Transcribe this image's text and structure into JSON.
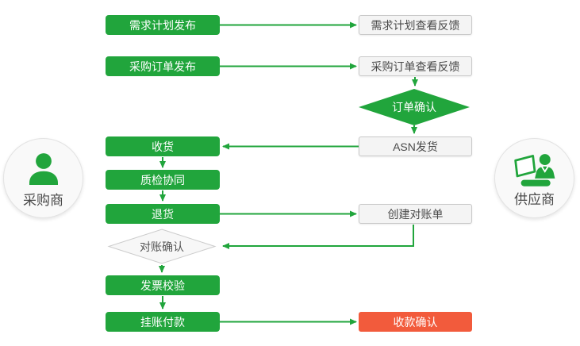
{
  "actors": {
    "buyer": {
      "label": "采购商",
      "icon": "user-icon"
    },
    "supplier": {
      "label": "供应商",
      "icon": "user-laptop-icon"
    }
  },
  "nodes": {
    "demand_plan_publish": {
      "label": "需求计划发布",
      "type": "process",
      "owner": "buyer"
    },
    "demand_plan_feedback": {
      "label": "需求计划查看反馈",
      "type": "process",
      "owner": "supplier"
    },
    "po_publish": {
      "label": "采购订单发布",
      "type": "process",
      "owner": "buyer"
    },
    "po_feedback": {
      "label": "采购订单查看反馈",
      "type": "process",
      "owner": "supplier"
    },
    "order_confirm": {
      "label": "订单确认",
      "type": "decision",
      "owner": "supplier"
    },
    "asn_ship": {
      "label": "ASN发货",
      "type": "process",
      "owner": "supplier"
    },
    "receive": {
      "label": "收货",
      "type": "process",
      "owner": "buyer"
    },
    "quality_collab": {
      "label": "质检协同",
      "type": "process",
      "owner": "buyer"
    },
    "return_goods": {
      "label": "退货",
      "type": "process",
      "owner": "buyer"
    },
    "create_statement": {
      "label": "创建对账单",
      "type": "process",
      "owner": "supplier"
    },
    "statement_confirm": {
      "label": "对账确认",
      "type": "decision",
      "owner": "buyer"
    },
    "invoice_check": {
      "label": "发票校验",
      "type": "process",
      "owner": "buyer"
    },
    "payment": {
      "label": "挂账付款",
      "type": "process",
      "owner": "buyer"
    },
    "receipt_confirm": {
      "label": "收款确认",
      "type": "process",
      "owner": "supplier"
    }
  },
  "edges": [
    {
      "from": "demand_plan_publish",
      "to": "demand_plan_feedback"
    },
    {
      "from": "po_publish",
      "to": "po_feedback"
    },
    {
      "from": "po_feedback",
      "to": "order_confirm"
    },
    {
      "from": "order_confirm",
      "to": "asn_ship"
    },
    {
      "from": "asn_ship",
      "to": "receive"
    },
    {
      "from": "receive",
      "to": "quality_collab"
    },
    {
      "from": "quality_collab",
      "to": "return_goods"
    },
    {
      "from": "return_goods",
      "to": "create_statement"
    },
    {
      "from": "create_statement",
      "to": "statement_confirm"
    },
    {
      "from": "statement_confirm",
      "to": "invoice_check"
    },
    {
      "from": "invoice_check",
      "to": "payment"
    },
    {
      "from": "payment",
      "to": "receipt_confirm"
    }
  ],
  "colors": {
    "green": "#21a53c",
    "red": "#f25b3c",
    "white_box_bg": "#f4f4f4",
    "white_box_border": "#c9c9c9",
    "dark_text": "#4a4a4a",
    "white_text": "#ffffff",
    "circle_bg": "#f9f9f9",
    "circle_border": "#e3e3e3"
  }
}
